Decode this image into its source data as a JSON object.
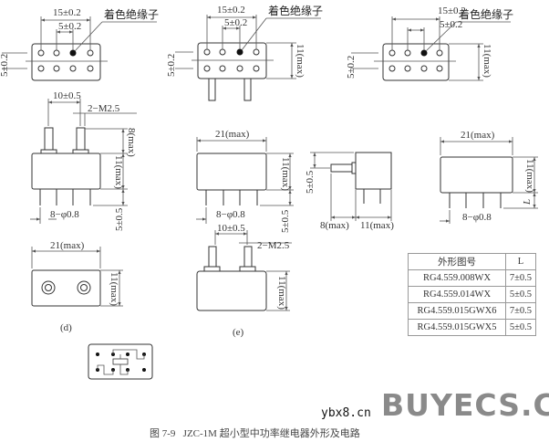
{
  "labels": {
    "colored_insulator": "着色绝缘子",
    "dim_15": "15±0.2",
    "dim_5_02": "5±0.2",
    "dim_11max": "11(max)",
    "dim_21max": "21(max)",
    "dim_10": "10±0.5",
    "dim_m25": "2−M2.5",
    "dim_8max": "8(max)",
    "dim_5_05": "5±0.5",
    "dim_pins": "8−φ0.8",
    "dim_L": "L",
    "view_d": "(d)",
    "view_e": "(e)"
  },
  "table": {
    "headers": [
      "外形图号",
      "L"
    ],
    "rows": [
      [
        "RG4.559.008WX",
        "7±0.5"
      ],
      [
        "RG4.559.014WX",
        "5±0.5"
      ],
      [
        "RG4.559.015GWX6",
        "7±0.5"
      ],
      [
        "RG4.559.015GWX5",
        "5±0.5"
      ]
    ]
  },
  "caption": "图 7-9   JZC-1M 超小型中功率继电器外形及电路",
  "watermark": {
    "brand": "BUYECS.COM",
    "site": "ybx8.cn",
    "dot_color": "#c0304a"
  }
}
